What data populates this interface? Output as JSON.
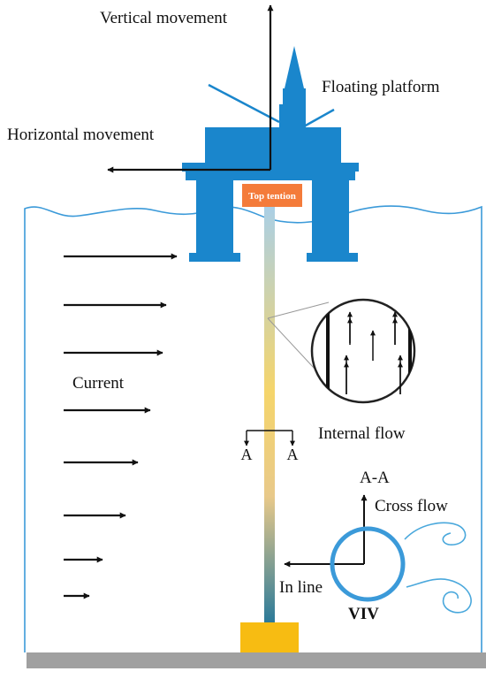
{
  "labels": {
    "vertical_movement": "Vertical movement",
    "floating_platform": "Floating platform",
    "horizontal_movement": "Horizontal movement",
    "top_tention": "Top tention",
    "current": "Current",
    "internal_flow": "Internal flow",
    "section_a_left": "A",
    "section_a_right": "A",
    "section_title": "A-A",
    "cross_flow": "Cross flow",
    "in_line": "In line",
    "viv": "VIV"
  },
  "colors": {
    "platform": "#1a86cc",
    "water_line": "#3b9ad9",
    "top_tention_box": "#f47b3a",
    "riser_top": "#a9cfe8",
    "riser_mid": "#f5d56b",
    "riser_bottom": "#2b7a99",
    "anchor": "#f7bc12",
    "seabed": "#a0a0a0",
    "arrow": "#111111",
    "vortex": "#4aa8dc"
  },
  "icons": {
    "current_arrow": "right-arrow-icon",
    "flow_arrow": "up-arrow-icon",
    "movement_arrow": "axis-arrow-icon"
  }
}
